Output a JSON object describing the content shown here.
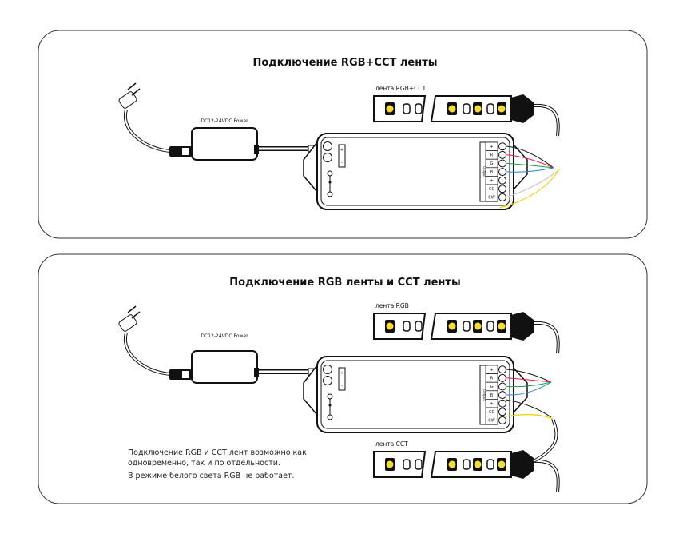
{
  "panels": [
    {
      "title": "Подключение RGB+CCT ленты",
      "psu_label": "DC12-24VDC Power",
      "strips": [
        "лента RGB+CCT"
      ]
    },
    {
      "title": "Подключение RGB ленты и CCT ленты",
      "psu_label": "DC12-24VDC Power",
      "strips": [
        "лента RGB",
        "лента CCT"
      ],
      "notes": [
        "Подключение RGB и CCT лент возможно как",
        "одновременно, так и по отдельности.",
        "В режиме белого света RGB не работает."
      ]
    }
  ],
  "controller": {
    "input_labels": [
      "+",
      "-"
    ],
    "output_caption": "Output",
    "terminals": [
      "+",
      "R",
      "G",
      "B",
      "+",
      "CC",
      "CW"
    ]
  },
  "colors": {
    "red": "#e02040",
    "green": "#1a9a50",
    "blue": "#2a7fd0",
    "white": "#c8c8c8",
    "yellow": "#f0d000",
    "led": "#f3dc3c",
    "outline": "#111111"
  }
}
